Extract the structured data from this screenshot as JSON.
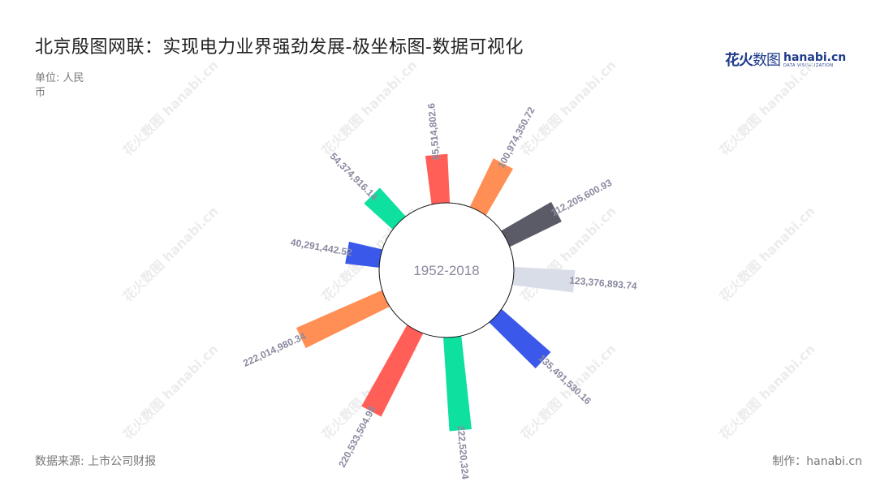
{
  "header": {
    "title": "北京殷图网联：实现电力业界强劲发展-极坐标图-数据可视化",
    "unit": "单位: 人民币"
  },
  "logo": {
    "cn_bold": "花火",
    "cn_light": "数图",
    "en": "hanabi.cn",
    "en_sub": "DATA VISUALIZATION"
  },
  "footer": {
    "source": "数据来源: 上市公司财报",
    "maker": "制作：hanabi.cn"
  },
  "watermark": "花火数图 hanabi.cn",
  "center_label": "1952-2018",
  "chart_data": {
    "type": "bar",
    "subtype": "polar",
    "title": "北京殷图网联：实现电力业界强劲发展-极坐标图-数据可视化",
    "center_label": "1952-2018",
    "unit": "人民币",
    "values": [
      85514802.6,
      100974350.72,
      112205600.93,
      123376893.74,
      135491530.16,
      222520324,
      220533504.98,
      222014980.34,
      40291442.52,
      54374916.14
    ],
    "labels": [
      "85,514,802.6",
      "100,974,350.72",
      "112,205,600.93",
      "123,376,893.74",
      "135,491,530.16",
      "222,520,324",
      "220,533,504.98",
      "222,014,980.34",
      "40,291,442.52",
      "54,374,916.14"
    ],
    "angles_deg": [
      -5,
      28,
      62,
      95,
      133,
      175,
      208,
      245,
      280,
      315
    ],
    "colors": [
      "#ff5f57",
      "#ff8f55",
      "#5a5b66",
      "#d9dde8",
      "#3a58ea",
      "#0ee0a0",
      "#ff5f57",
      "#ff8f55",
      "#3a58ea",
      "#0ee0a0"
    ],
    "inner_radius": 83,
    "legend": "none",
    "grid": false
  }
}
